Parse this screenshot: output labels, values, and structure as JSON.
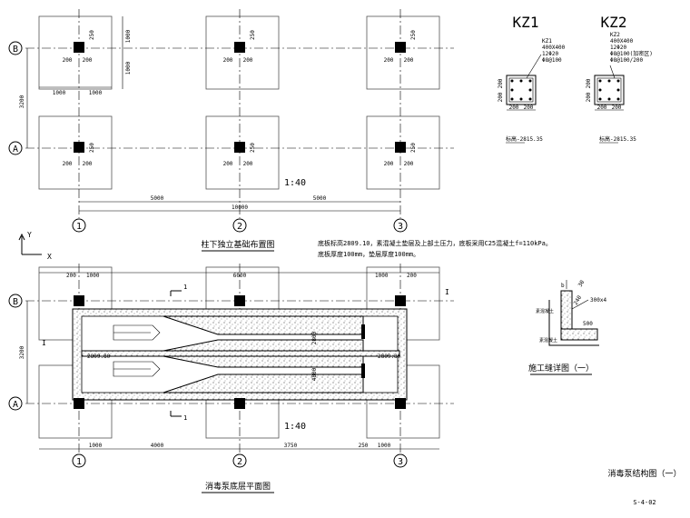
{
  "top_plan": {
    "axes_rows": [
      "B",
      "A"
    ],
    "axes_cols": [
      "1",
      "2",
      "3"
    ],
    "dims": {
      "d200": "200",
      "d1000": "1000",
      "d3200": "3200",
      "d5000": "5000",
      "d10000": "10000",
      "d250": "250"
    },
    "scale": "1:40",
    "title": "柱下独立基础布置图"
  },
  "kz1": {
    "label": "KZ1",
    "spec": [
      "KZ1",
      "400X400",
      "12Φ20",
      "Φ8@100"
    ],
    "dims": [
      "200",
      "200"
    ],
    "elevation": "标高-2815.35"
  },
  "kz2": {
    "label": "KZ2",
    "spec": [
      "KZ2",
      "400X400",
      "12Φ20",
      "Φ8@100(加密区)",
      "Φ8@100/200"
    ],
    "dims": [
      "200",
      "200"
    ],
    "elevation": "标高-2815.35"
  },
  "axis_symbols": {
    "y": "Y",
    "x": "X"
  },
  "notes": [
    "底板标高2809.10，素混凝土垫层及上部土压力，底板采用C25混凝土f=110kPa。",
    "底板厚度100mm，垫层厚度100mm。"
  ],
  "bottom_plan": {
    "axes_rows": [
      "B",
      "A"
    ],
    "axes_cols": [
      "1",
      "2",
      "3"
    ],
    "dims": {
      "d200": "200",
      "d6000": "6000",
      "d1000": "1000",
      "d4000": "4000",
      "d3750": "3750",
      "d250": "250",
      "d3200": "3200",
      "d4800": "4800",
      "d2800": "2800"
    },
    "elevations": [
      "2809.80",
      "2809.80"
    ],
    "section_marks": [
      "1",
      "1",
      "I",
      "I"
    ],
    "scale": "1:40",
    "title": "消毒泵底层平面图"
  },
  "joint_detail": {
    "title": "施工缝详图（一）",
    "labels": [
      "b",
      "240",
      "30",
      "300x4",
      "500",
      "素混凝土",
      "素混凝土"
    ]
  },
  "sheet": {
    "title": "消毒泵结构图（一）",
    "number": "S-4-02"
  },
  "colors": {
    "ink": "#000000",
    "paper": "#ffffff"
  }
}
